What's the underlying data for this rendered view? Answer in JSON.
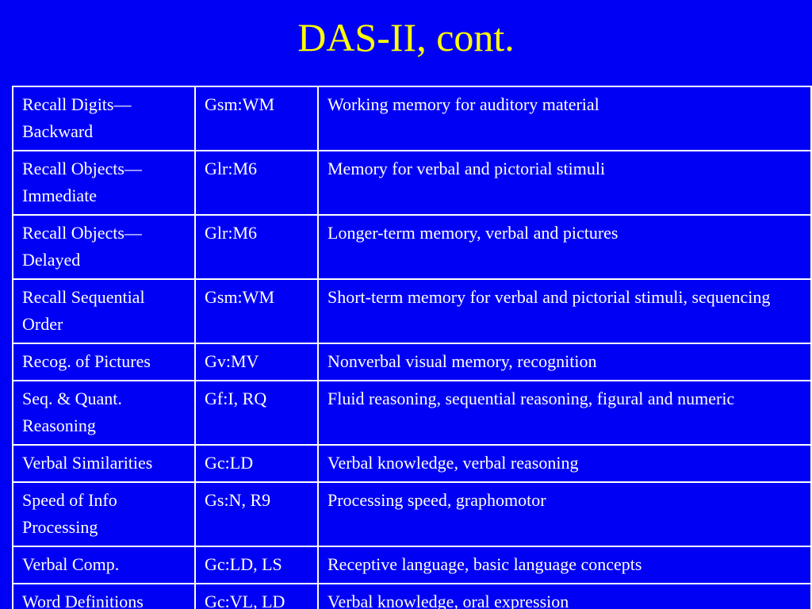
{
  "slide": {
    "title": "DAS-II, cont."
  },
  "table": {
    "rows": [
      {
        "subtest": "Recall Digits—Backward",
        "code": "Gsm:WM",
        "description": "Working memory for auditory material",
        "lines": 2
      },
      {
        "subtest": "Recall Objects—Immediate",
        "code": "Glr:M6",
        "description": "Memory for verbal and pictorial stimuli",
        "lines": 2
      },
      {
        "subtest": "Recall Objects—Delayed",
        "code": "Glr:M6",
        "description": "Longer-term memory, verbal and pictures",
        "lines": 2
      },
      {
        "subtest": "Recall Sequential Order",
        "code": "Gsm:WM",
        "description": "Short-term memory for verbal and pictorial stimuli, sequencing",
        "lines": 2
      },
      {
        "subtest": "Recog. of Pictures",
        "code": "Gv:MV",
        "description": "Nonverbal visual memory, recognition",
        "lines": 1
      },
      {
        "subtest": "Seq. & Quant. Reasoning",
        "code": "Gf:I, RQ",
        "description": "Fluid reasoning, sequential reasoning, figural and numeric",
        "lines": 2
      },
      {
        "subtest": "Verbal Similarities",
        "code": "Gc:LD",
        "description": "Verbal knowledge, verbal reasoning",
        "lines": 1
      },
      {
        "subtest": "Speed of Info Processing",
        "code": "Gs:N, R9",
        "description": "Processing speed, graphomotor",
        "lines": 2
      },
      {
        "subtest": "Verbal Comp.",
        "code": "Gc:LD, LS",
        "description": "Receptive language, basic language concepts",
        "lines": 1
      },
      {
        "subtest": "Word Definitions",
        "code": "Gc:VL, LD",
        "description": "Verbal knowledge, oral expression",
        "lines": 1
      }
    ]
  }
}
